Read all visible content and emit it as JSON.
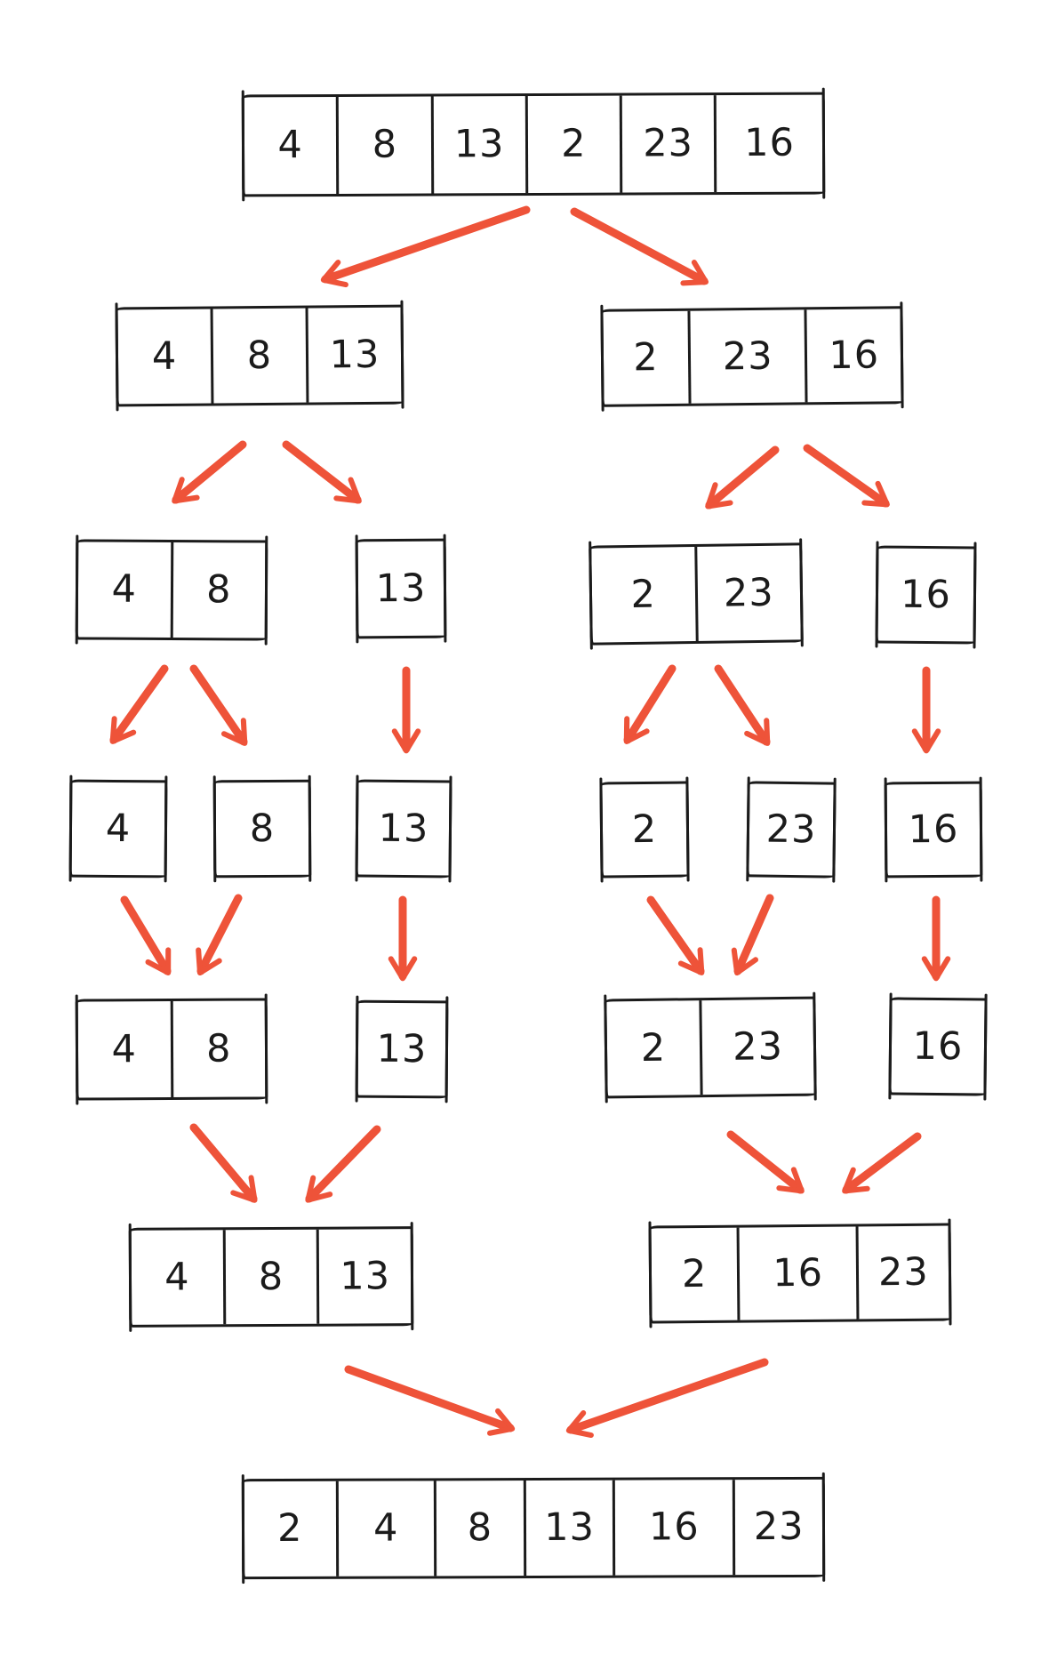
{
  "diagram_type": "merge-sort-recursion-tree",
  "colors": {
    "arrow": "#EE5339",
    "ink": "#1b1b1b",
    "background": "#ffffff"
  },
  "arrays": {
    "level0": {
      "values": [
        "4",
        "8",
        "13",
        "2",
        "23",
        "16"
      ]
    },
    "l1_left": {
      "values": [
        "4",
        "8",
        "13"
      ]
    },
    "l1_right": {
      "values": [
        "2",
        "23",
        "16"
      ]
    },
    "l2_48": {
      "values": [
        "4",
        "8"
      ]
    },
    "l2_13": {
      "values": [
        "13"
      ]
    },
    "l2_223": {
      "values": [
        "2",
        "23"
      ]
    },
    "l2_16": {
      "values": [
        "16"
      ]
    },
    "l3_4": {
      "values": [
        "4"
      ]
    },
    "l3_8": {
      "values": [
        "8"
      ]
    },
    "l3_13": {
      "values": [
        "13"
      ]
    },
    "l3_2": {
      "values": [
        "2"
      ]
    },
    "l3_23": {
      "values": [
        "23"
      ]
    },
    "l3_16": {
      "values": [
        "16"
      ]
    },
    "l4_48": {
      "values": [
        "4",
        "8"
      ]
    },
    "l4_13": {
      "values": [
        "13"
      ]
    },
    "l4_223": {
      "values": [
        "2",
        "23"
      ]
    },
    "l4_16": {
      "values": [
        "16"
      ]
    },
    "l5_left": {
      "values": [
        "4",
        "8",
        "13"
      ]
    },
    "l5_right": {
      "values": [
        "2",
        "16",
        "23"
      ]
    },
    "level6": {
      "values": [
        "2",
        "4",
        "8",
        "13",
        "16",
        "23"
      ]
    }
  }
}
